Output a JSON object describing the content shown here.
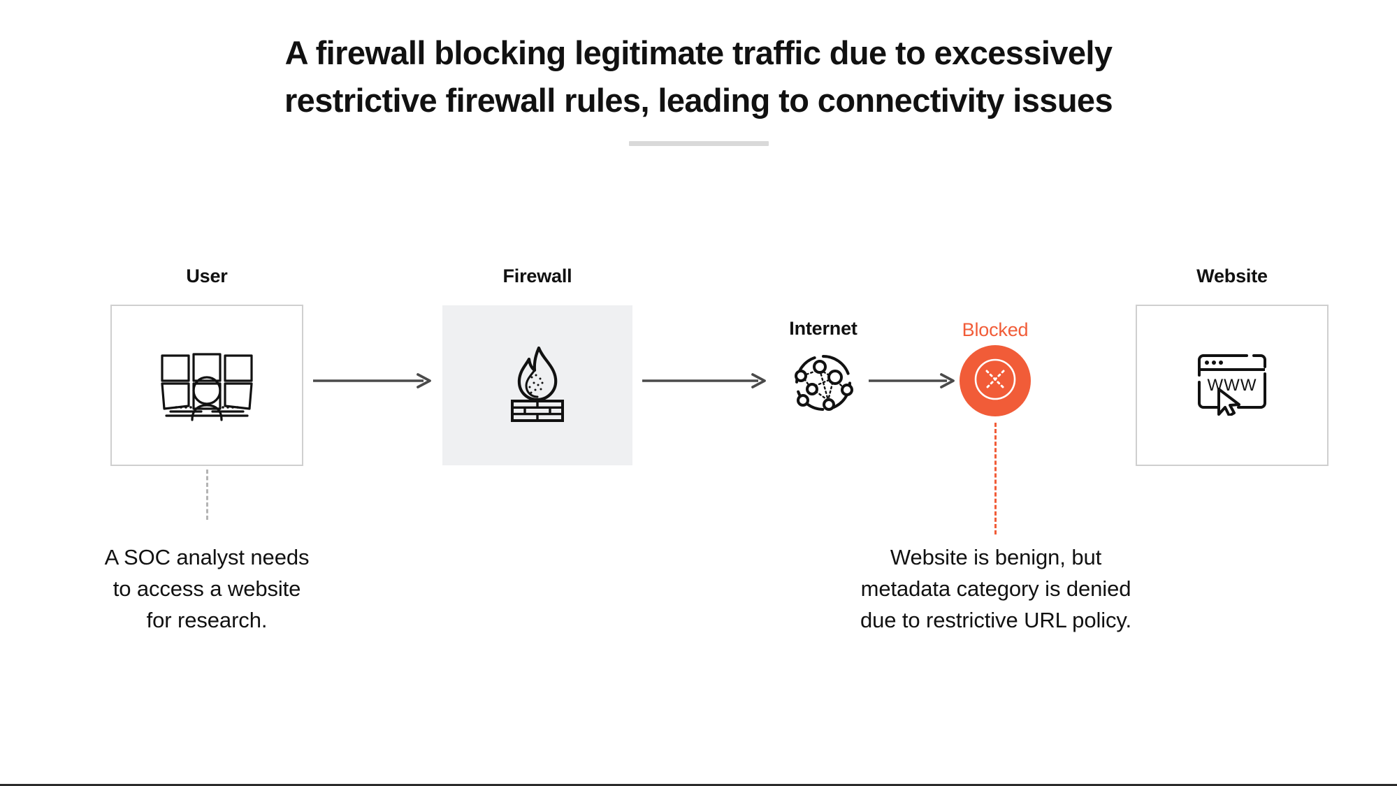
{
  "title": {
    "line1": "A firewall blocking legitimate traffic due to excessively",
    "line2": "restrictive firewall rules, leading to connectivity issues"
  },
  "colors": {
    "accent_orange": "#F15C38",
    "arrow_grey": "#4a4a4a",
    "card_border": "#cfcfcf",
    "card_fill": "#eff0f2",
    "title_rule": "#d9d9d9",
    "text_black": "#111111"
  },
  "flow": {
    "nodes": [
      {
        "id": "user",
        "label": "User",
        "icon": "soc-analyst-workstation-icon",
        "style": "outlined"
      },
      {
        "id": "firewall",
        "label": "Firewall",
        "icon": "firewall-flame-brick-icon",
        "style": "filled"
      },
      {
        "id": "internet",
        "label": "Internet",
        "icon": "internet-network-globe-icon",
        "style": "bare"
      },
      {
        "id": "blocked",
        "label": "Blocked",
        "icon": "blocked-x-circle-icon",
        "style": "circle"
      },
      {
        "id": "website",
        "label": "Website",
        "icon": "browser-www-cursor-icon",
        "style": "outlined"
      }
    ],
    "arrows": [
      {
        "from": "user",
        "to": "firewall"
      },
      {
        "from": "firewall",
        "to": "internet"
      },
      {
        "from": "internet",
        "to": "blocked"
      }
    ]
  },
  "captions": {
    "user": "A SOC analyst needs\nto access a website\nfor research.",
    "blocked": "Website is benign, but\nmetadata category is denied\ndue to restrictive URL policy."
  }
}
